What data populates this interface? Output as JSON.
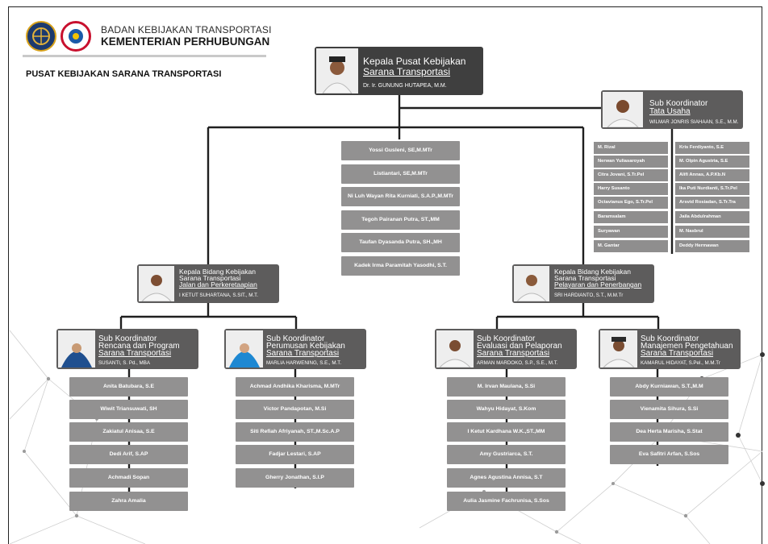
{
  "header": {
    "org_line1": "BADAN KEBIJAKAN TRANSPORTASI",
    "org_line2": "KEMENTERIAN PERHUBUNGAN",
    "unit_title": "PUSAT KEBIJAKAN SARANA TRANSPORTASI",
    "logo1_icon": "ministry-emblem-icon",
    "logo2_icon": "badan-kebijakan-logo-icon"
  },
  "head": {
    "title1": "Kepala Pusat Kebijakan",
    "title2": "Sarana Transportasi",
    "name": "Dr. Ir. GUNUNG HUTAPEA, M.M."
  },
  "tata_usaha": {
    "title1": "Sub Koordinator",
    "title2": "Tata Usaha",
    "name": "WILMAR JONRIS SIAHAAN, S.E., M.M.",
    "staff_left": [
      "M. Rizal",
      "Nerwan Yuliasaroyah",
      "Citra Jovani, S.Tr.Pel",
      "Harry Susanto",
      "Octavianus Ego, S.Tr.Pel",
      "Baramsalam",
      "Suryawan",
      "M. Gantar"
    ],
    "staff_right": [
      "Kris Ferdiyanto, S.E",
      "M. Olpin Agustria, S.E",
      "Alifi Annas, A.P.Kb.N",
      "Ika Puti Nurdianti, S.Tr.Pel",
      "Arsvid Rosiadan, S.Tr.Tra",
      "Jaila Abdulrahman",
      "M. Nasbrul",
      "Deddy Hermawan"
    ]
  },
  "center_staff": [
    "Yossi Gusleni, SE,M.MTr",
    "Listiantari, SE,M.MTr",
    "Ni Luh Wayan Rita Kurniati, S.A.P.,M.MTr",
    "Tegoh Pairanan Putra, ST.,MM",
    "Taufan Dyasanda Putra, SH.,MH",
    "Kadek Irma Paramitah Yasodhi, S.T."
  ],
  "bidang_left": {
    "title1": "Kepala Bidang Kebijakan",
    "title2": "Sarana Transportasi",
    "title3": "Jalan dan Perkeretaapian",
    "name": "I KETUT SUHARTANA, S.SIT., M.T."
  },
  "bidang_right": {
    "title1": "Kepala Bidang Kebijakan",
    "title2": "Sarana Transportasi",
    "title3": "Pelayaran dan Penerbangan",
    "name": "SRI HARDIANTO, S.T., M.M.Tr"
  },
  "subs": [
    {
      "title1": "Sub Koordinator",
      "title2": "Rencana dan Program",
      "title3": "Sarana Transportasi",
      "name": "SUSANTI, S. Pd., MBA",
      "staff": [
        "Anita Batubara, S.E",
        "Wiwit Triansuwati, SH",
        "Zakiatul Anisaa, S.E",
        "Dedi Arif, S.AP",
        "Achmadi Sopan",
        "Zahra Amalia"
      ]
    },
    {
      "title1": "Sub Koordinator",
      "title2": "Perumusan Kebijakan",
      "title3": "Sarana Transportasi",
      "name": "MARLIA HARWENING, S.E., M.T.",
      "staff": [
        "Achmad Andhika Kharisma, M.MTr",
        "Victor Pandapotan, M.Si",
        "Siti Refiah Afriyanah, ST.,M.Sc.A.P",
        "Fadjar Lestari, S.AP",
        "Gherry Jonathan, S.I.P"
      ]
    },
    {
      "title1": "Sub Koordinator",
      "title2": "Evaluasi dan Pelaporan",
      "title3": "Sarana Transportasi",
      "name": "ARMAN MARDOKO, S.P., S.E., M.T.",
      "staff": [
        "M. Irvan Maulana, S.Si",
        "Wahyu Hidayat, S.Kom",
        "I Ketut Kardhana W.K.,ST.,MM",
        "Amy Gustriarca, S.T.",
        "Agnes Agustina Annisa, S.T",
        "Aulia Jasmine Fachrunisa, S.Sos"
      ]
    },
    {
      "title1": "Sub Koordinator",
      "title2": "Manajemen Pengetahuan",
      "title3": "Sarana Transportasi",
      "name": "KAMARUL HIDAYAT, S.Pel., M.M.Tr",
      "staff": [
        "Abdy Kurniawan, S.T.,M.M",
        "Vienamita Sihura, S.Si",
        "Dea Herta Marisha, S.Stat",
        "Eva Safitri Arfan, S.Sos"
      ]
    }
  ],
  "colors": {
    "box": "#5d5c5c",
    "staff": "#929191",
    "line": "#1f1f1f"
  }
}
